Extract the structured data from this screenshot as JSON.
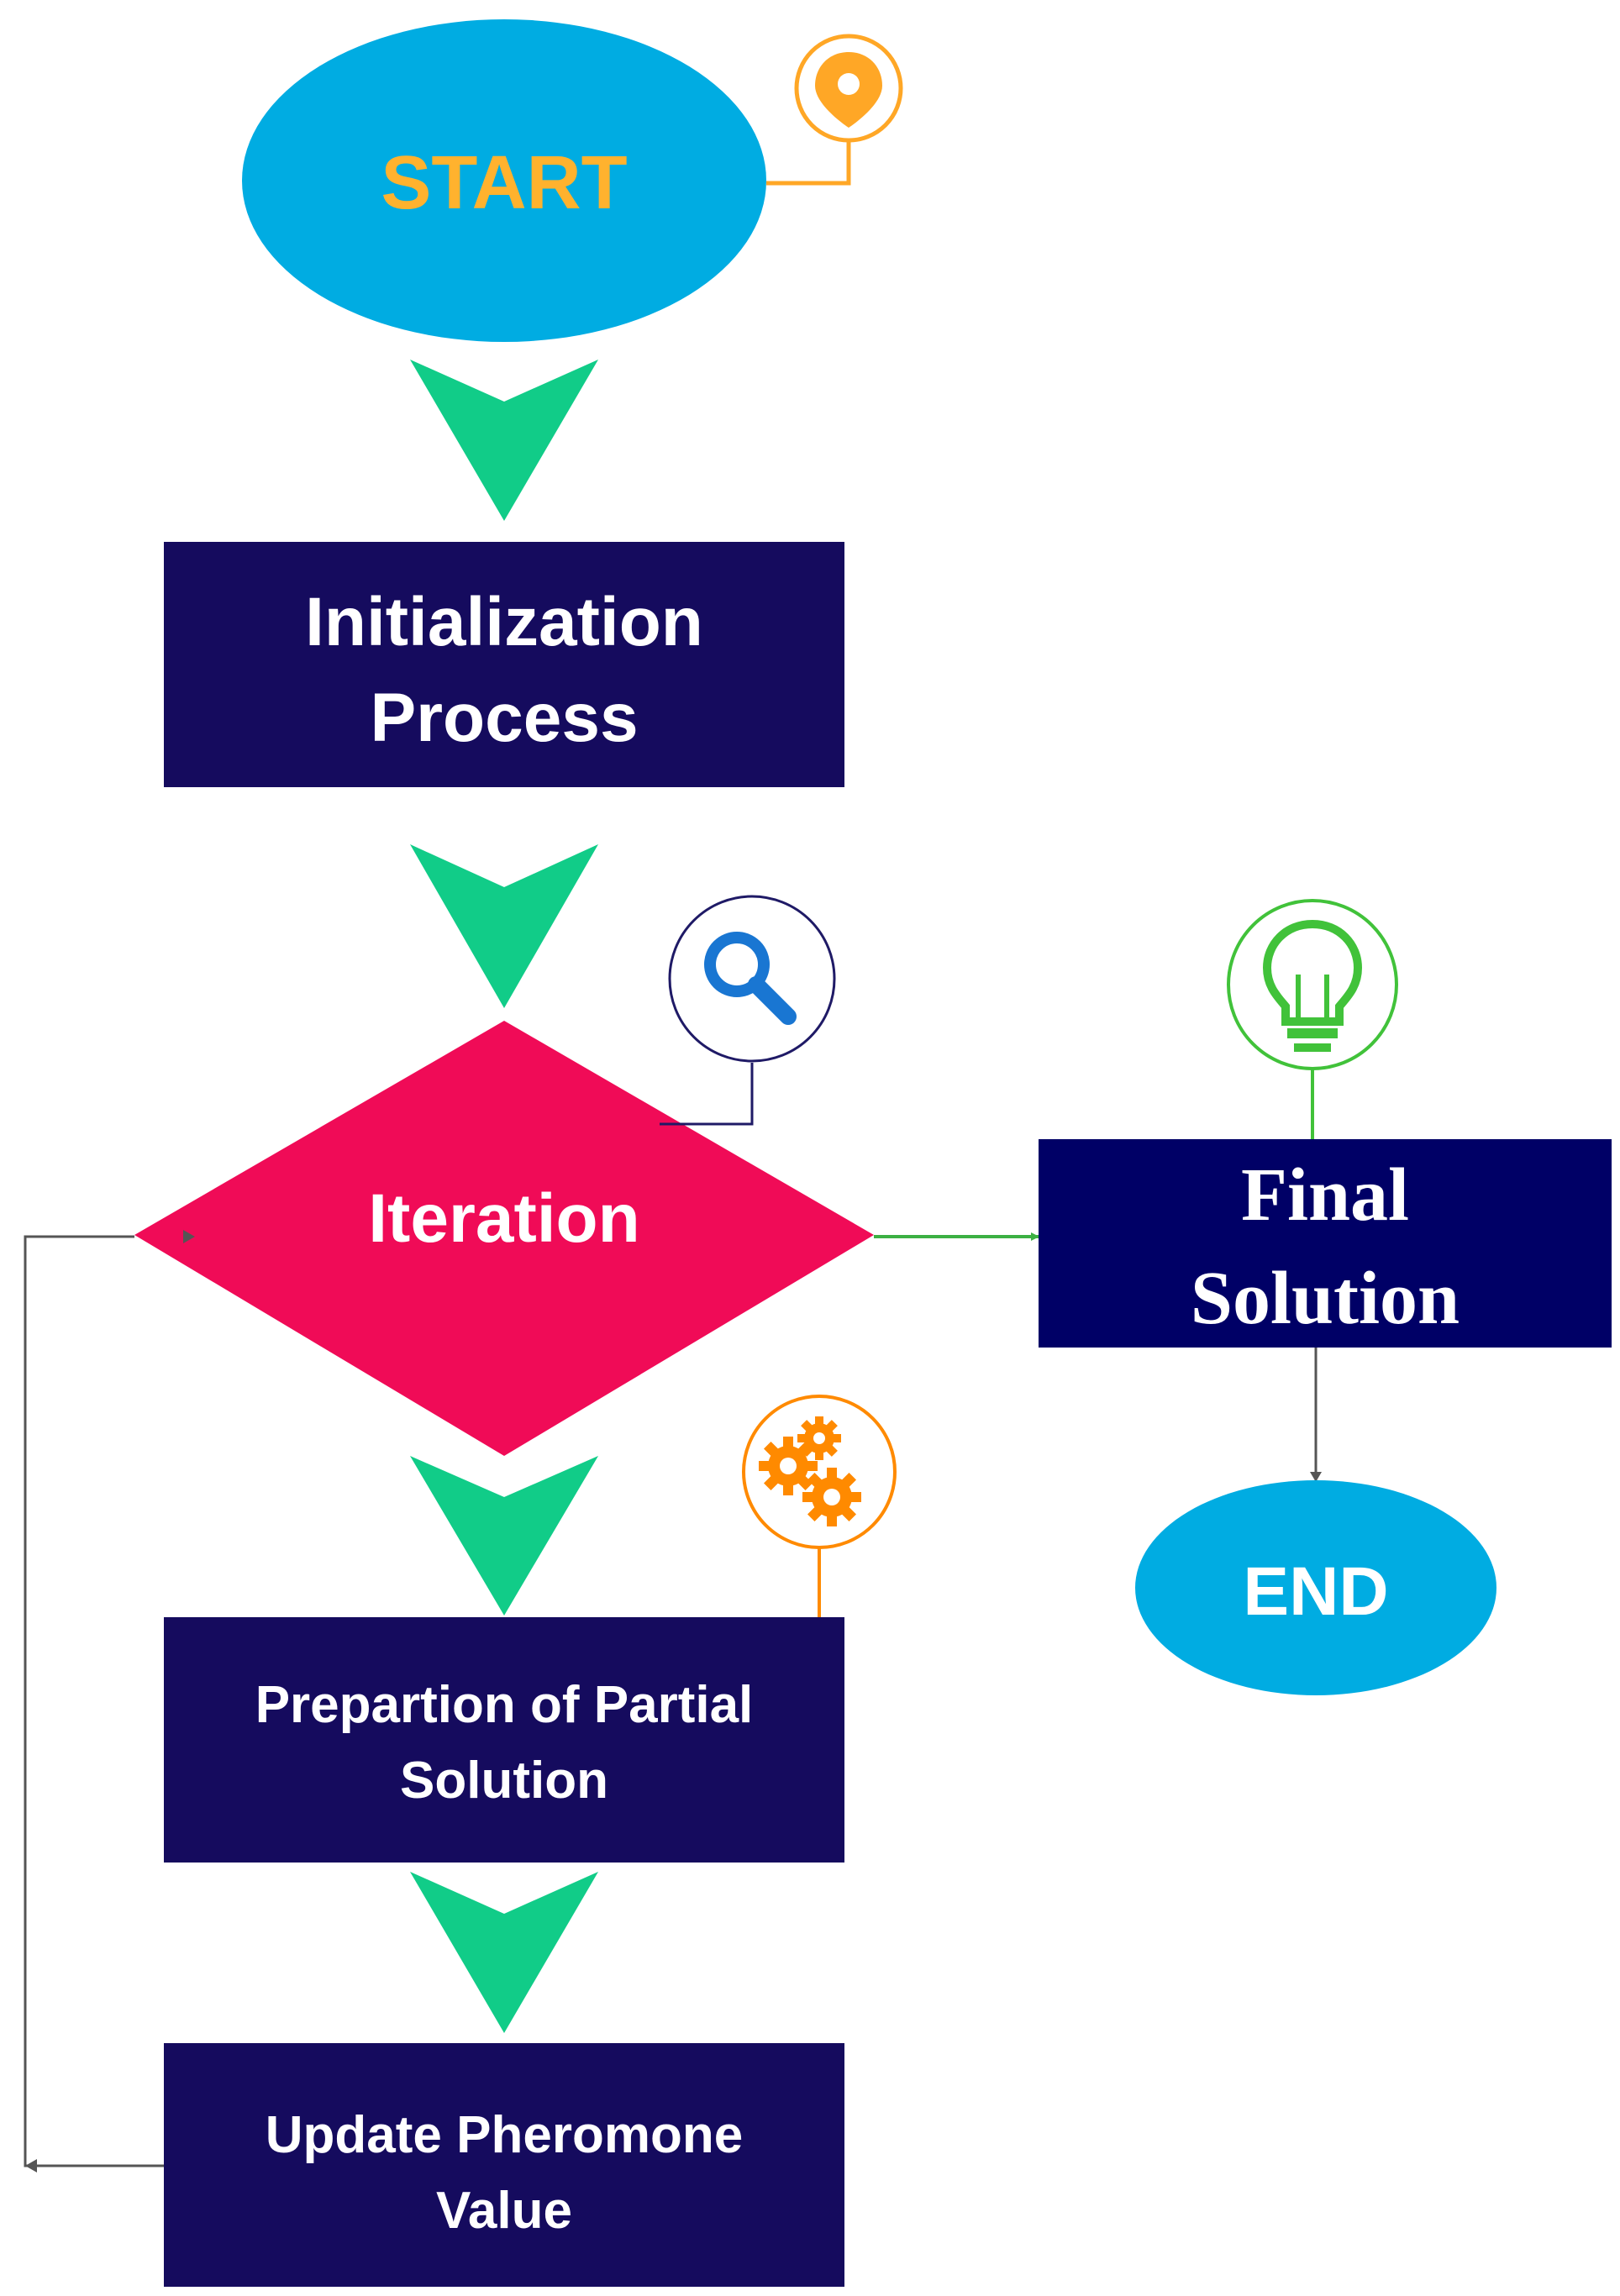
{
  "flowchart": {
    "start": {
      "label": "START"
    },
    "init": {
      "line1": "Initialization",
      "line2": "Process"
    },
    "iteration": {
      "label": "Iteration"
    },
    "partial": {
      "line1": "Prepartion of Partial",
      "line2": "Solution"
    },
    "update": {
      "line1": "Update Pheromone",
      "line2": "Value"
    },
    "final": {
      "line1": "Final",
      "line2": "Solution"
    },
    "end": {
      "label": "END"
    }
  },
  "icons": {
    "start": "location-pin-icon",
    "iteration": "magnifier-icon",
    "partial": "gears-icon",
    "final": "lightbulb-icon"
  },
  "colors": {
    "terminal": "#00ACE2",
    "process": "#150B5E",
    "final_box": "#000066",
    "decision": "#F00B57",
    "flow_arrow": "#11CC88",
    "start_label": "#FFB22E",
    "pin_icon": "#FFA726",
    "magnifier_icon": "#1976D2",
    "magnifier_ring": "#1F1A66",
    "bulb_icon": "#41C23A",
    "gear_icon": "#FF8A00",
    "exit_arrow": "#3CB043",
    "loop_line": "#555555"
  }
}
